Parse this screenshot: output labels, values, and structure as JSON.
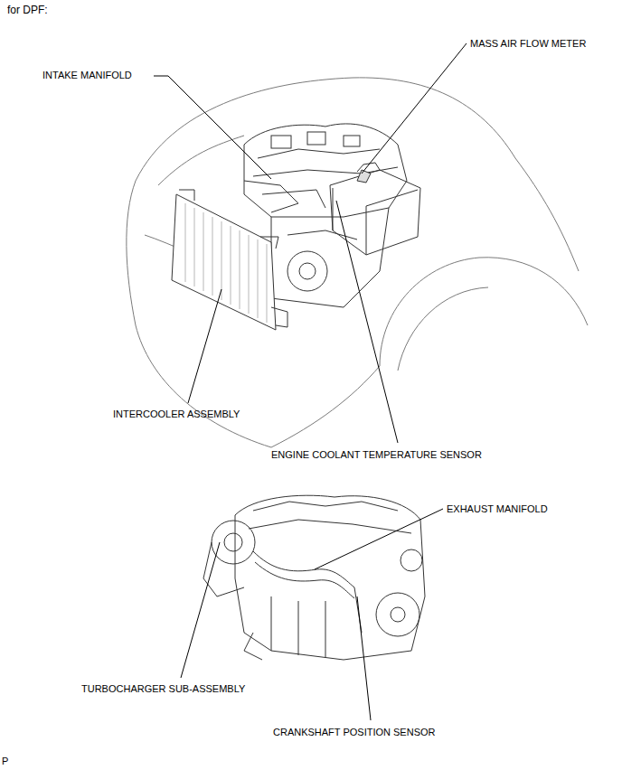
{
  "diagram": {
    "title": "for DPF:",
    "labels": [
      "MASS AIR FLOW METER",
      "INTAKE MANIFOLD",
      "INTERCOOLER ASSEMBLY",
      "ENGINE COOLANT TEMPERATURE SENSOR",
      "EXHAUST MANIFOLD",
      "TURBOCHARGER SUB-ASSEMBLY",
      "CRANKSHAFT POSITION SENSOR",
      "P"
    ]
  }
}
